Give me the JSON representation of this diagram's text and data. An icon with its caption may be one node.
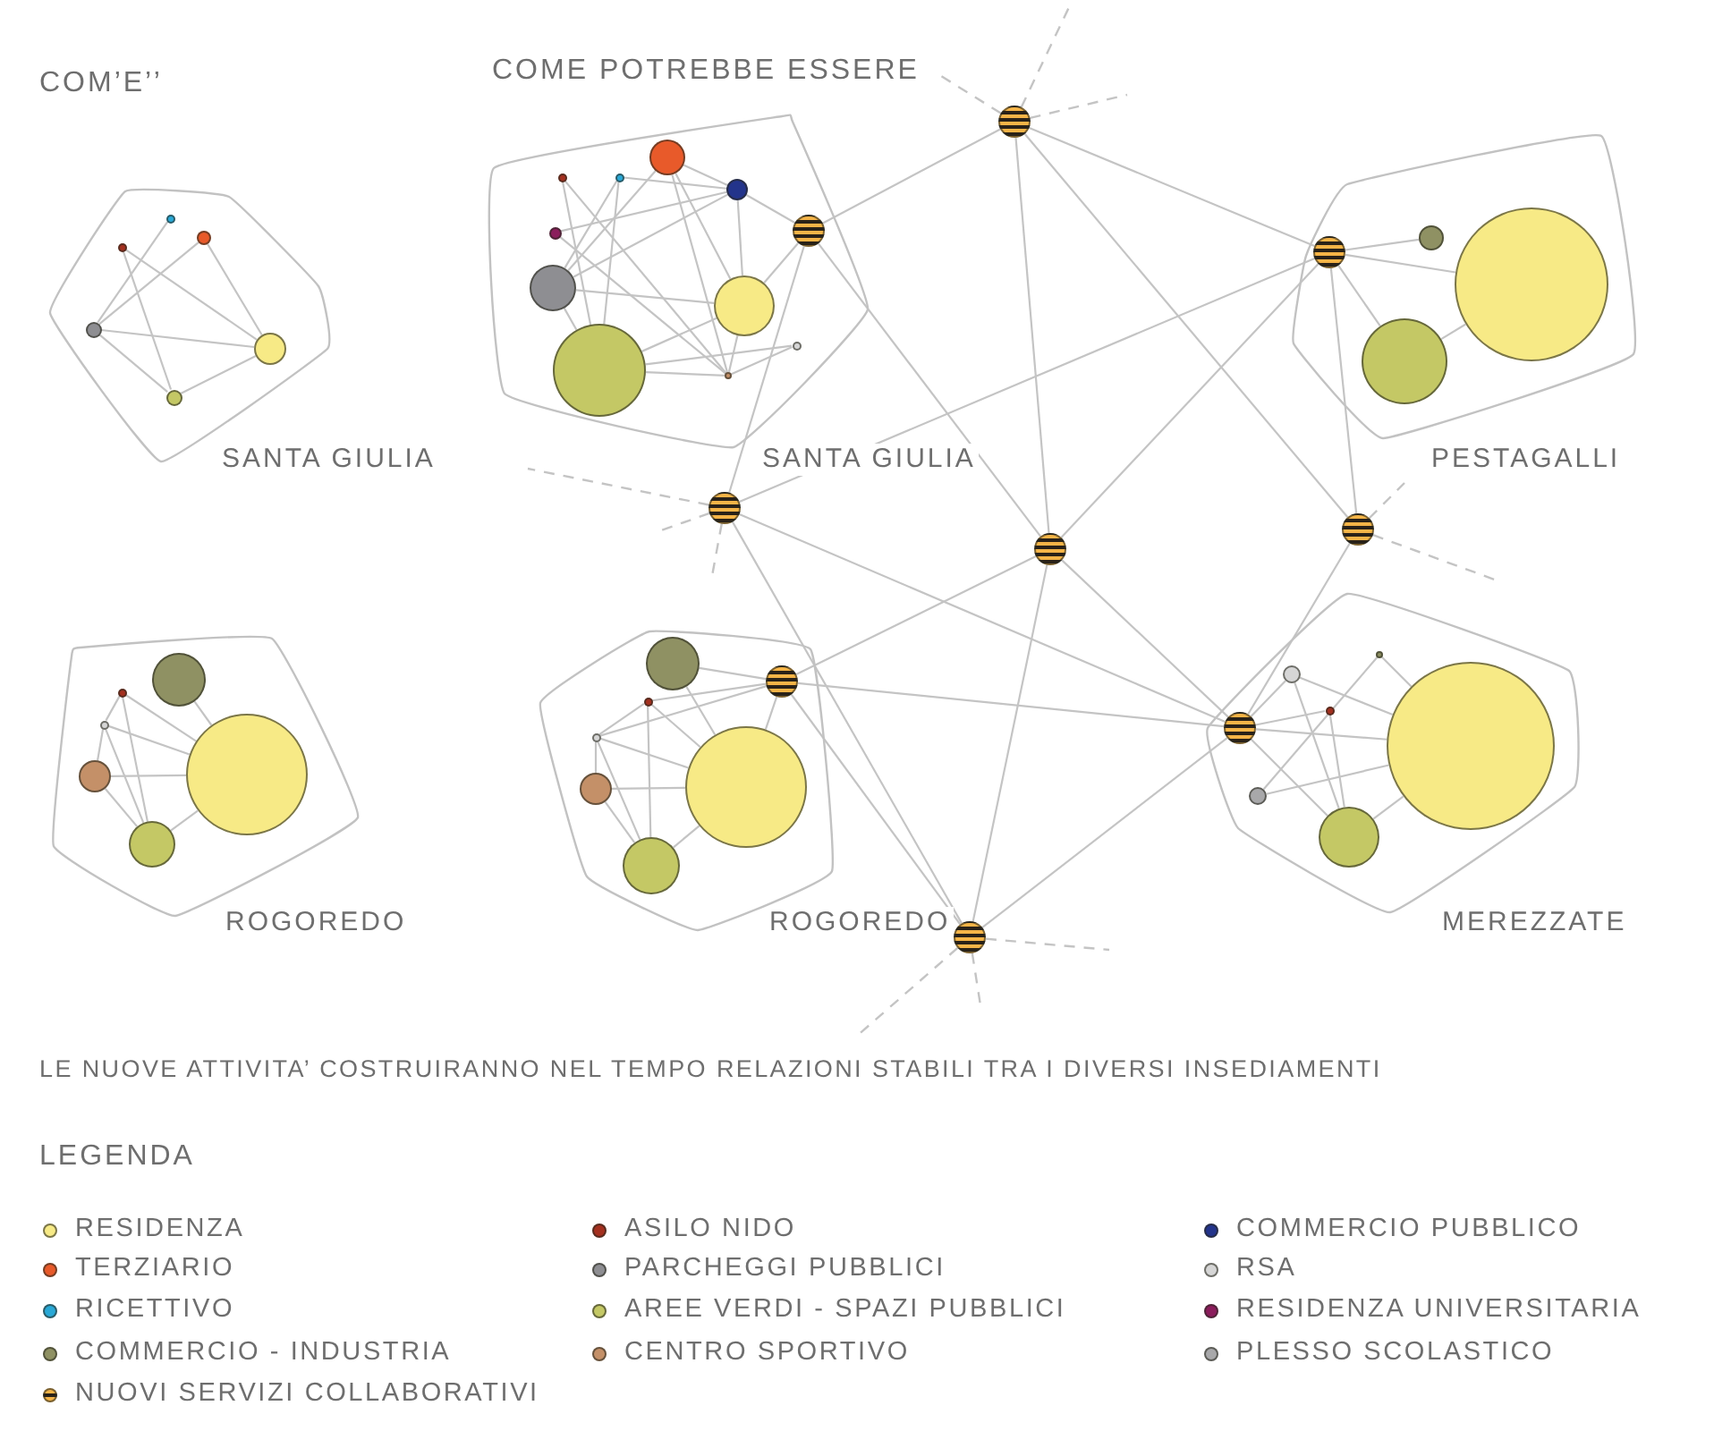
{
  "diagram": {
    "caption": "LE NUOVE ATTIVITA’ COSTRUIRANNO NEL TEMPO RELAZIONI STABILI TRA I DIVERSI INSEDIAMENTI",
    "nodes": [
      {
        "text": [
          "SANTA GIULIA"
        ]
      },
      {
        "text": [],
        "shape": "circle",
        "in": 0
      },
      {
        "text": [],
        "shape": "circle",
        "in": 0
      },
      {
        "text": [],
        "shape": "circle",
        "in": 0
      },
      {
        "text": [],
        "shape": "circle",
        "in": 0
      },
      {
        "text": [],
        "shape": "circle",
        "in": 0
      },
      {
        "text": [],
        "shape": "circle",
        "in": 0
      },
      {
        "text": [
          "SANTA GIULIA"
        ]
      },
      {
        "text": [],
        "shape": "circle",
        "in": 7
      },
      {
        "text": [],
        "shape": "circle",
        "in": 7
      },
      {
        "text": [],
        "shape": "circle",
        "in": 7
      },
      {
        "text": [],
        "shape": "circle",
        "in": 7
      },
      {
        "text": [],
        "shape": "circle",
        "in": 7
      },
      {
        "text": [],
        "shape": "circle",
        "in": 7
      },
      {
        "text": [],
        "shape": "circle",
        "in": 7
      },
      {
        "text": [],
        "shape": "circle",
        "in": 7
      },
      {
        "text": [],
        "shape": "circle",
        "in": 7
      },
      {
        "text": [],
        "shape": "circle",
        "in": 7
      },
      {
        "text": [],
        "shape": "circle",
        "in": 7
      },
      {
        "text": [],
        "shape": "circle"
      },
      {
        "text": [
          "PESTAGALLI"
        ]
      },
      {
        "text": [],
        "shape": "circle",
        "in": 20
      },
      {
        "text": [],
        "shape": "circle",
        "in": 20
      },
      {
        "text": [],
        "shape": "circle",
        "in": 20
      },
      {
        "text": [],
        "shape": "circle",
        "in": 20
      },
      {
        "text": [],
        "shape": "circle"
      },
      {
        "text": [],
        "shape": "circle"
      },
      {
        "text": [],
        "shape": "circle"
      },
      {
        "text": [
          "ROGOREDO"
        ]
      },
      {
        "text": [],
        "shape": "circle",
        "in": 28
      },
      {
        "text": [],
        "shape": "circle",
        "in": 28
      },
      {
        "text": [],
        "shape": "circle",
        "in": 28
      },
      {
        "text": [],
        "shape": "circle",
        "in": 28
      },
      {
        "text": [],
        "shape": "circle",
        "in": 28
      },
      {
        "text": [],
        "shape": "circle",
        "in": 28
      },
      {
        "text": [
          "ROGOREDO"
        ]
      },
      {
        "text": [],
        "shape": "circle",
        "in": 35
      },
      {
        "text": [],
        "shape": "circle",
        "in": 35
      },
      {
        "text": [],
        "shape": "circle",
        "in": 35
      },
      {
        "text": [],
        "shape": "circle",
        "in": 35
      },
      {
        "text": [],
        "shape": "circle",
        "in": 35
      },
      {
        "text": [],
        "shape": "circle",
        "in": 35
      },
      {
        "text": [],
        "shape": "circle",
        "in": 35
      },
      {
        "text": [
          "MEREZZATE"
        ]
      },
      {
        "text": [],
        "shape": "circle",
        "in": 43
      },
      {
        "text": [],
        "shape": "circle",
        "in": 43
      },
      {
        "text": [],
        "shape": "circle",
        "in": 43
      },
      {
        "text": [],
        "shape": "circle",
        "in": 43
      },
      {
        "text": [],
        "shape": "circle",
        "in": 43
      },
      {
        "text": [],
        "shape": "circle",
        "in": 43
      },
      {
        "text": [],
        "shape": "circle",
        "in": 43
      },
      {
        "text": [],
        "shape": "circle"
      }
    ],
    "edges": [
      {
        "from": 2,
        "to": 6,
        "arrow": "none"
      },
      {
        "from": 2,
        "to": 4,
        "arrow": "none"
      },
      {
        "from": 3,
        "to": 1,
        "arrow": "none"
      },
      {
        "from": 5,
        "to": 1,
        "arrow": "none"
      },
      {
        "from": 5,
        "to": 6,
        "arrow": "none"
      },
      {
        "from": 1,
        "to": 6,
        "arrow": "none"
      },
      {
        "from": 1,
        "to": 4,
        "arrow": "none"
      },
      {
        "from": 4,
        "to": 6,
        "arrow": "none"
      },
      {
        "from": 10,
        "to": 11,
        "arrow": "none"
      },
      {
        "from": 10,
        "to": 14,
        "arrow": "none"
      },
      {
        "from": 12,
        "to": 15,
        "arrow": "none"
      },
      {
        "from": 12,
        "to": 8,
        "arrow": "none"
      },
      {
        "from": 12,
        "to": 11,
        "arrow": "none"
      },
      {
        "from": 13,
        "to": 15,
        "arrow": "none"
      },
      {
        "from": 13,
        "to": 8,
        "arrow": "none"
      },
      {
        "from": 13,
        "to": 16,
        "arrow": "none"
      },
      {
        "from": 13,
        "to": 14,
        "arrow": "none"
      },
      {
        "from": 15,
        "to": 9,
        "arrow": "none"
      },
      {
        "from": 15,
        "to": 8,
        "arrow": "none"
      },
      {
        "from": 15,
        "to": 16,
        "arrow": "none"
      },
      {
        "from": 15,
        "to": 18,
        "arrow": "none"
      },
      {
        "from": 9,
        "to": 14,
        "arrow": "none"
      },
      {
        "from": 8,
        "to": 16,
        "arrow": "none"
      },
      {
        "from": 8,
        "to": 11,
        "arrow": "none"
      },
      {
        "from": 11,
        "to": 16,
        "arrow": "none"
      },
      {
        "from": 11,
        "to": 14,
        "arrow": "none"
      },
      {
        "from": 11,
        "to": 17,
        "arrow": "none"
      },
      {
        "from": 16,
        "to": 14,
        "arrow": "none"
      },
      {
        "from": 16,
        "to": 18,
        "arrow": "none"
      },
      {
        "from": 14,
        "to": 17,
        "arrow": "none"
      },
      {
        "from": 21,
        "to": 23,
        "arrow": "none"
      },
      {
        "from": 21,
        "to": 24,
        "arrow": "none"
      },
      {
        "from": 21,
        "to": 22,
        "arrow": "none"
      },
      {
        "from": 22,
        "to": 24,
        "arrow": "none"
      },
      {
        "from": 33,
        "to": 34,
        "arrow": "none"
      },
      {
        "from": 31,
        "to": 34,
        "arrow": "none"
      },
      {
        "from": 31,
        "to": 32,
        "arrow": "none"
      },
      {
        "from": 31,
        "to": 30,
        "arrow": "none"
      },
      {
        "from": 30,
        "to": 34,
        "arrow": "none"
      },
      {
        "from": 30,
        "to": 29,
        "arrow": "none"
      },
      {
        "from": 30,
        "to": 32,
        "arrow": "none"
      },
      {
        "from": 29,
        "to": 34,
        "arrow": "none"
      },
      {
        "from": 29,
        "to": 32,
        "arrow": "none"
      },
      {
        "from": 32,
        "to": 34,
        "arrow": "none"
      },
      {
        "from": 40,
        "to": 42,
        "arrow": "none"
      },
      {
        "from": 40,
        "to": 41,
        "arrow": "none"
      },
      {
        "from": 38,
        "to": 42,
        "arrow": "none"
      },
      {
        "from": 36,
        "to": 42,
        "arrow": "none"
      },
      {
        "from": 38,
        "to": 41,
        "arrow": "none"
      },
      {
        "from": 38,
        "to": 39,
        "arrow": "none"
      },
      {
        "from": 38,
        "to": 36,
        "arrow": "none"
      },
      {
        "from": 36,
        "to": 41,
        "arrow": "none"
      },
      {
        "from": 36,
        "to": 37,
        "arrow": "none"
      },
      {
        "from": 36,
        "to": 39,
        "arrow": "none"
      },
      {
        "from": 37,
        "to": 41,
        "arrow": "none"
      },
      {
        "from": 37,
        "to": 39,
        "arrow": "none"
      },
      {
        "from": 39,
        "to": 41,
        "arrow": "none"
      },
      {
        "from": 42,
        "to": 41,
        "arrow": "none"
      },
      {
        "from": 44,
        "to": 46,
        "arrow": "none"
      },
      {
        "from": 44,
        "to": 47,
        "arrow": "none"
      },
      {
        "from": 44,
        "to": 50,
        "arrow": "none"
      },
      {
        "from": 44,
        "to": 48,
        "arrow": "none"
      },
      {
        "from": 46,
        "to": 50,
        "arrow": "none"
      },
      {
        "from": 46,
        "to": 48,
        "arrow": "none"
      },
      {
        "from": 49,
        "to": 45,
        "arrow": "none"
      },
      {
        "from": 49,
        "to": 50,
        "arrow": "none"
      },
      {
        "from": 47,
        "to": 48,
        "arrow": "none"
      },
      {
        "from": 45,
        "to": 50,
        "arrow": "none"
      },
      {
        "from": 48,
        "to": 50,
        "arrow": "none"
      },
      {
        "from": 19,
        "to": 18,
        "arrow": "none"
      },
      {
        "from": 19,
        "to": 27,
        "arrow": "none"
      },
      {
        "from": 19,
        "to": 21,
        "arrow": "none"
      },
      {
        "from": 19,
        "to": 26,
        "arrow": "none"
      },
      {
        "from": 18,
        "to": 25,
        "arrow": "none"
      },
      {
        "from": 18,
        "to": 27,
        "arrow": "none"
      },
      {
        "from": 21,
        "to": 25,
        "arrow": "none"
      },
      {
        "from": 21,
        "to": 27,
        "arrow": "none"
      },
      {
        "from": 21,
        "to": 26,
        "arrow": "none"
      },
      {
        "from": 25,
        "to": 44,
        "arrow": "none"
      },
      {
        "from": 27,
        "to": 44,
        "arrow": "none"
      },
      {
        "from": 42,
        "to": 44,
        "arrow": "none"
      },
      {
        "from": 26,
        "to": 44,
        "arrow": "none"
      },
      {
        "from": 51,
        "to": 44,
        "arrow": "none"
      },
      {
        "from": 27,
        "to": 51,
        "arrow": "none"
      },
      {
        "from": 42,
        "to": 27,
        "arrow": "none"
      },
      {
        "from": 42,
        "to": 51,
        "arrow": "none"
      },
      {
        "from": 25,
        "to": 51,
        "arrow": "none"
      },
      {
        "from": 19,
        "to": null,
        "arrow": "none",
        "style": "dashed"
      },
      {
        "from": 19,
        "to": null,
        "arrow": "none",
        "style": "dashed"
      },
      {
        "from": 19,
        "to": null,
        "arrow": "none",
        "style": "dashed"
      },
      {
        "from": 25,
        "to": null,
        "arrow": "none",
        "style": "dashed"
      },
      {
        "from": 25,
        "to": null,
        "arrow": "none",
        "style": "dashed"
      },
      {
        "from": 25,
        "to": null,
        "arrow": "none",
        "style": "dashed"
      },
      {
        "from": 26,
        "to": null,
        "arrow": "none",
        "style": "dashed"
      },
      {
        "from": 26,
        "to": null,
        "arrow": "none",
        "style": "dashed"
      },
      {
        "from": 51,
        "to": null,
        "arrow": "none",
        "style": "dashed"
      },
      {
        "from": 51,
        "to": null,
        "arrow": "none",
        "style": "dashed"
      },
      {
        "from": 51,
        "to": null,
        "arrow": "none",
        "style": "dashed"
      }
    ],
    "labels": [
      "COM’E’’",
      "COME POTREBBE ESSERE",
      "LEGENDA"
    ],
    "legend": [
      {
        "text": "RESIDENZA",
        "color": "#f7ea86"
      },
      {
        "text": "TERZIARIO",
        "color": "#e85a2a"
      },
      {
        "text": "RICETTIVO",
        "color": "#29a8d6"
      },
      {
        "text": "COMMERCIO - INDUSTRIA",
        "color": "#8f9163"
      },
      {
        "text": "NUOVI SERVIZI COLLABORATIVI"
      },
      {
        "text": "ASILO NIDO",
        "color": "#a4301f"
      },
      {
        "text": "PARCHEGGI PUBBLICI",
        "color": "#8e8e92"
      },
      {
        "text": "AREE VERDI - SPAZI PUBBLICI",
        "color": "#c4c865"
      },
      {
        "text": "CENTRO SPORTIVO",
        "color": "#c49068"
      },
      {
        "text": "COMMERCIO PUBBLICO",
        "color": "#23348b"
      },
      {
        "text": "RSA",
        "color": "#d6d6d6"
      },
      {
        "text": "RESIDENZA UNIVERSITARIA",
        "color": "#8b1d5c"
      },
      {
        "text": "PLESSO SCOLASTICO",
        "color": "#a8a8aa"
      }
    ]
  }
}
